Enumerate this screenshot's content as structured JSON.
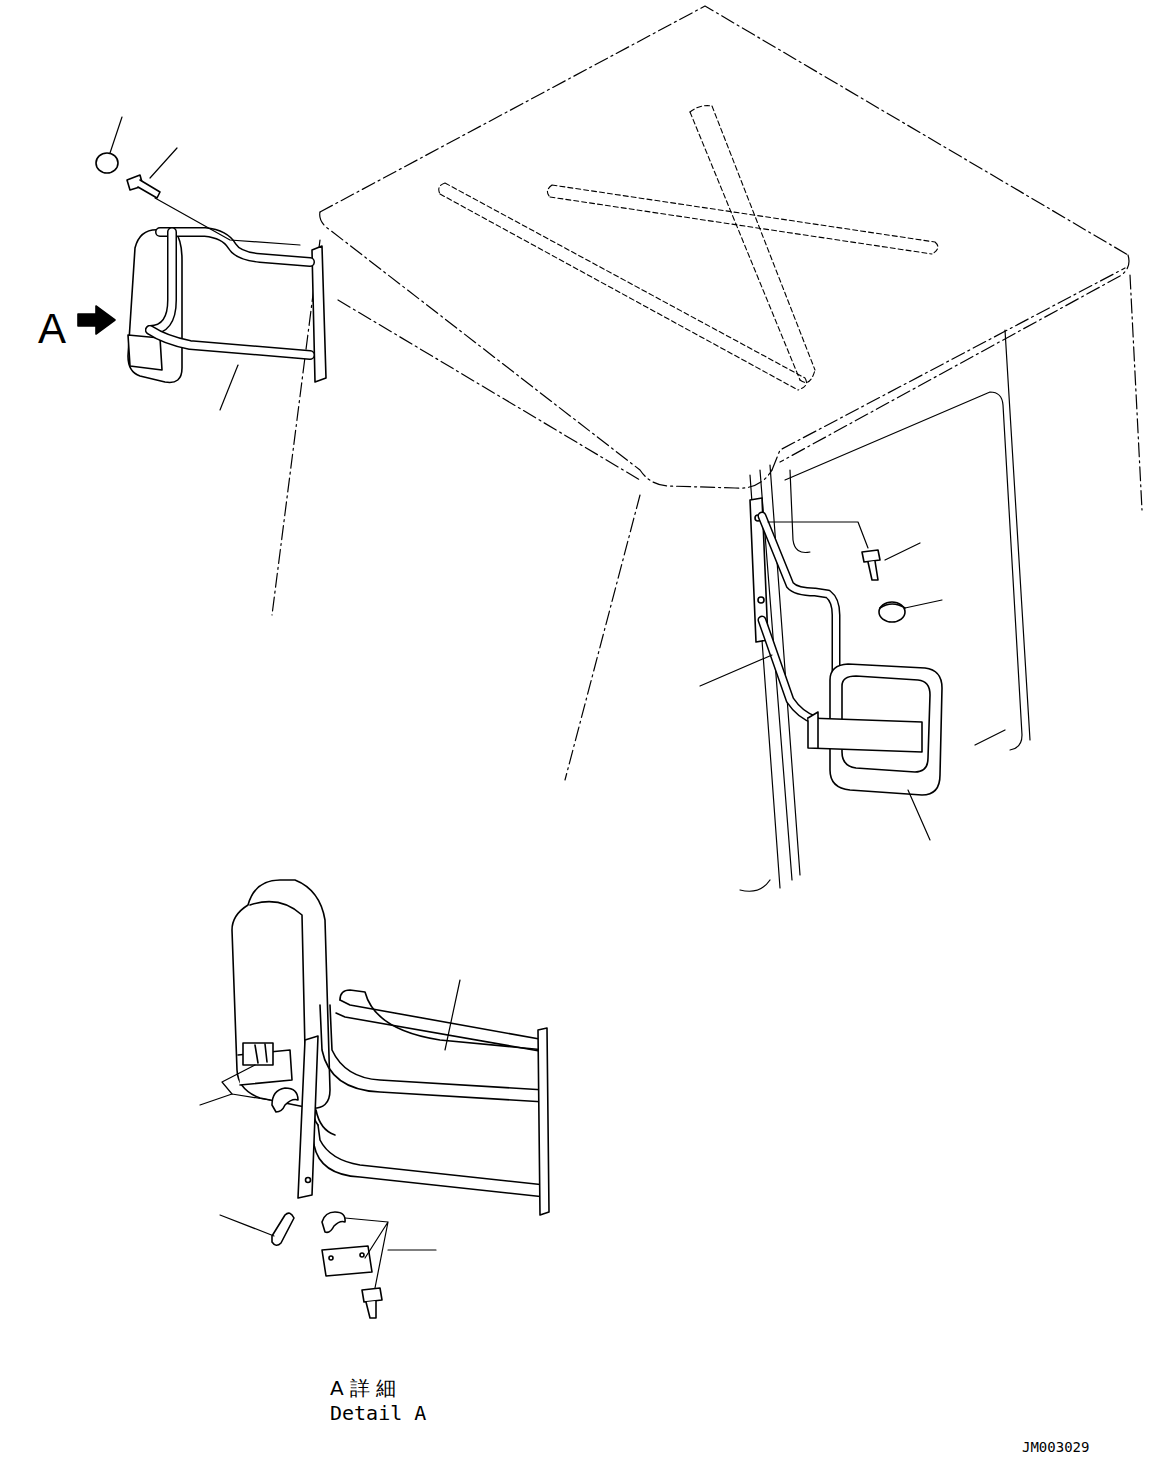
{
  "diagram": {
    "labels": [
      "A",
      "A 詳 細",
      "Detail A",
      "JM003029"
    ]
  }
}
